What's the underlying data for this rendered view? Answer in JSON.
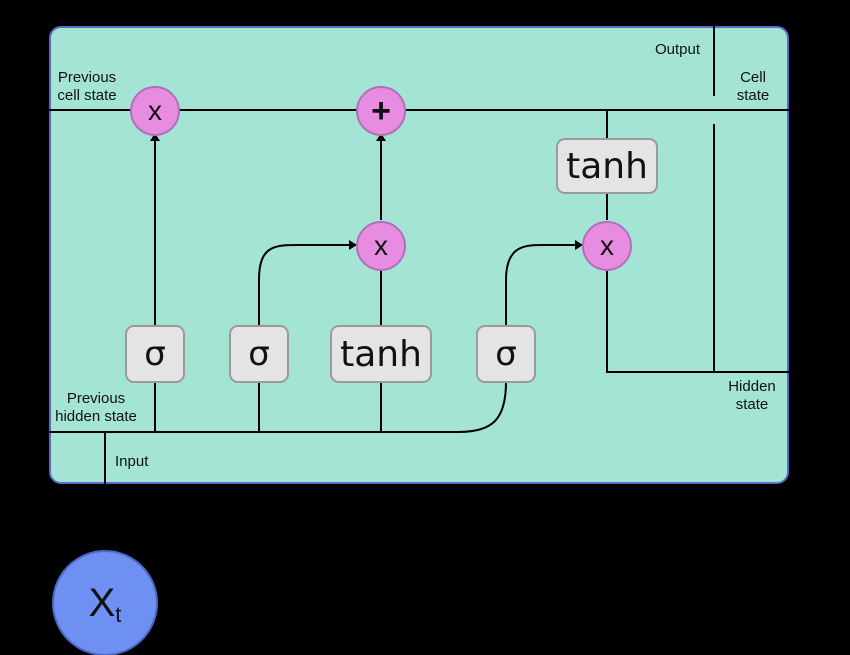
{
  "labels": {
    "output": "Output",
    "previous_cell_state": [
      "Previous",
      "cell state"
    ],
    "cell_state": [
      "Cell",
      "state"
    ],
    "previous_hidden_state": [
      "Previous",
      "hidden state"
    ],
    "hidden_state": [
      "Hidden",
      "state"
    ],
    "input": "Input"
  },
  "gates": {
    "forget": "σ",
    "input": "σ",
    "candidate": "tanh",
    "output": "σ",
    "cell_tanh": "tanh"
  },
  "operators": {
    "forget_multiply": "x",
    "cell_add": "+",
    "input_multiply": "x",
    "output_multiply": "x"
  },
  "input_node": {
    "symbol": "X",
    "subscript": "t"
  },
  "colors": {
    "background": "#000000",
    "cell": "#a4e4d4",
    "cell_border": "#5b69c8",
    "gate": "#e4e4e4",
    "operator": "#e78ce1",
    "input_node": "#6e90f2"
  }
}
